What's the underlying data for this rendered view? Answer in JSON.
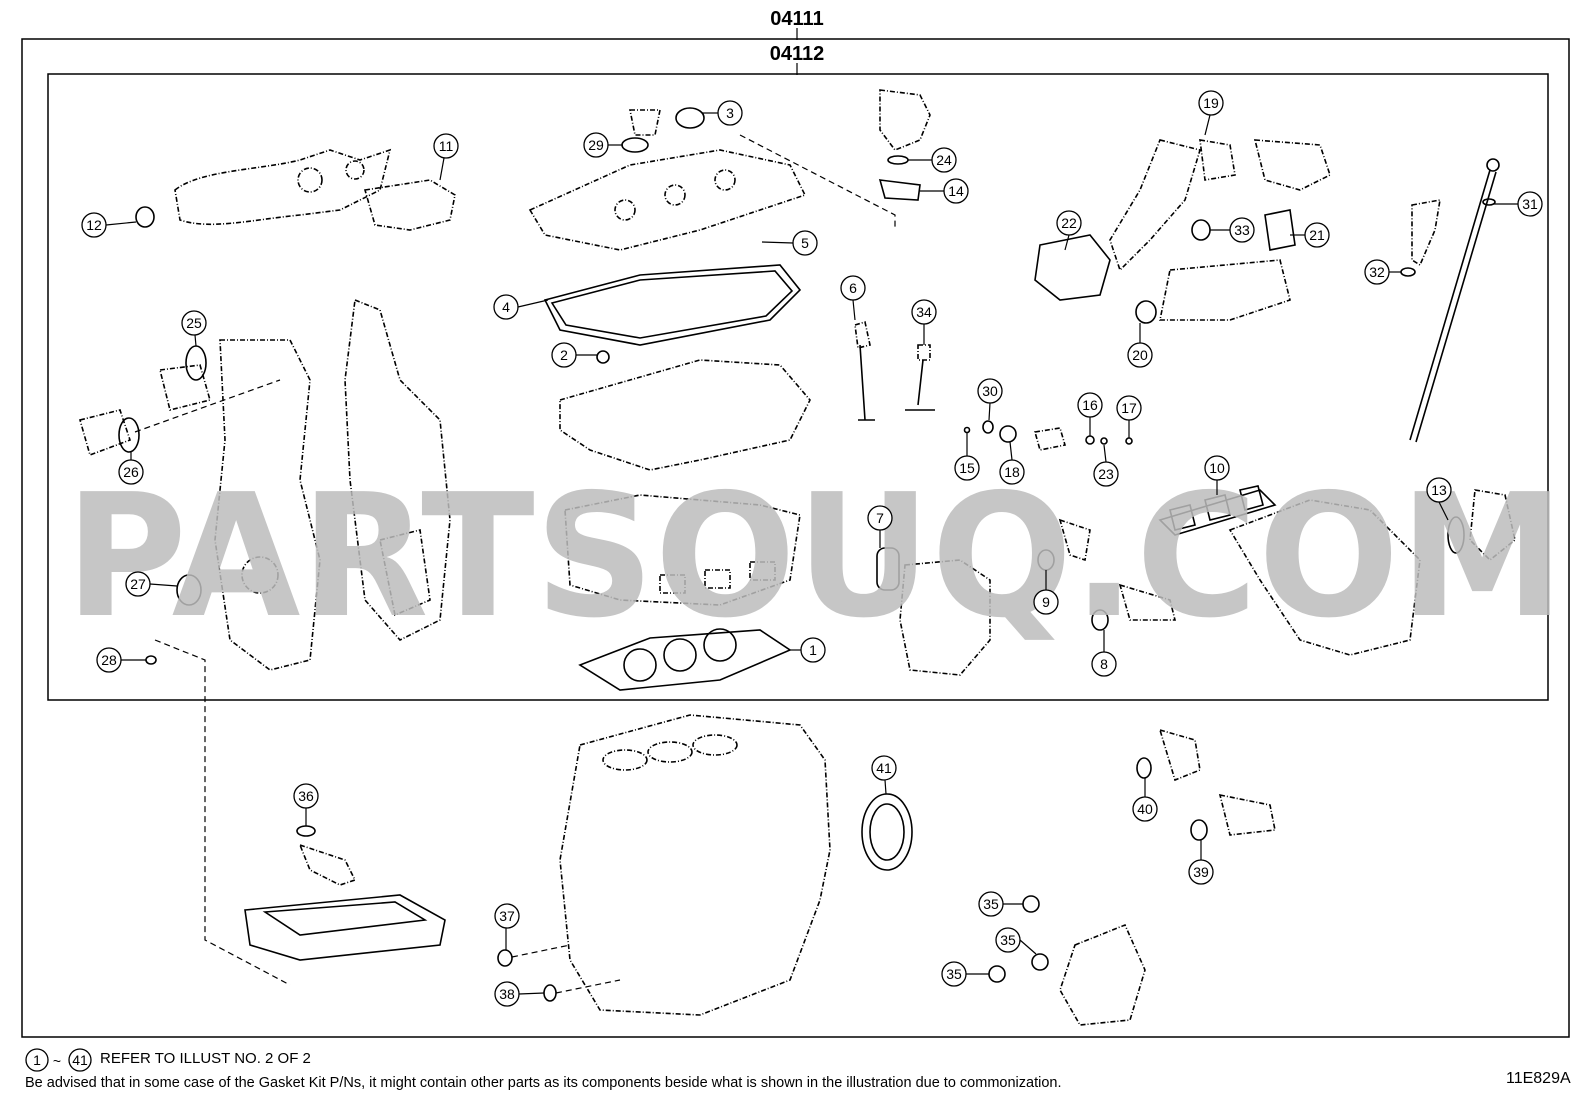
{
  "diagram": {
    "kit_code_outer": "04111",
    "kit_code_inner": "04112",
    "watermark": "PARTSOUQ.COM",
    "illustration_code": "11E829A",
    "footnote": {
      "range_start": "1",
      "range_sep": "~",
      "range_end": "41",
      "refer_text": "REFER TO ILLUST NO. 2 OF 2",
      "disclaimer": "Be advised that in some case of the Gasket Kit P/Ns,  it might contain other parts as its components beside what is shown in the illustration due to commonization."
    },
    "callouts": [
      "1",
      "2",
      "3",
      "4",
      "5",
      "6",
      "7",
      "8",
      "9",
      "10",
      "11",
      "12",
      "13",
      "14",
      "15",
      "16",
      "17",
      "18",
      "19",
      "20",
      "21",
      "22",
      "23",
      "24",
      "25",
      "26",
      "27",
      "28",
      "29",
      "30",
      "31",
      "32",
      "33",
      "34",
      "35",
      "35",
      "35",
      "36",
      "37",
      "38",
      "39",
      "40",
      "41"
    ]
  }
}
